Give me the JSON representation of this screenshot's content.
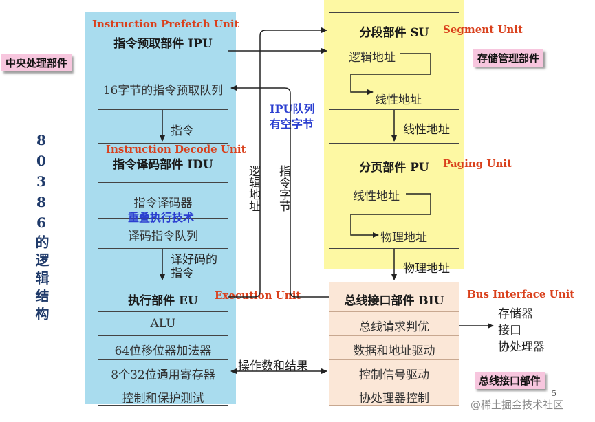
{
  "side_title": "80386的逻辑结构",
  "tags": {
    "cpu": "中央处理部件",
    "mmu": "存储管理部件",
    "bus": "总线接口部件"
  },
  "ipu": {
    "en": "Instruction Prefetch Unit",
    "title": "指令预取部件 IPU",
    "queue": "16字节的指令预取队列"
  },
  "idu": {
    "en": "Instruction Decode Unit",
    "title": "指令译码部件 IDU",
    "decoder": "指令译码器",
    "overlap": "重叠执行技术",
    "queue": "译码指令队列"
  },
  "eu": {
    "en": "Execution Unit",
    "title": "执行部件 EU",
    "rows": [
      "ALU",
      "64位移位器加法器",
      "8个32位通用寄存器",
      "控制和保护测试"
    ]
  },
  "su": {
    "en": "Segment Unit",
    "title": "分段部件 SU",
    "in": "逻辑地址",
    "out": "线性地址"
  },
  "pu": {
    "en": "Paging Unit",
    "title": "分页部件 PU",
    "in": "线性地址",
    "out": "物理地址"
  },
  "biu": {
    "en": "Bus Interface Unit",
    "title": "总线接口部件 BIU",
    "rows": [
      "总线请求判优",
      "数据和地址驱动",
      "控制信号驱动",
      "协处理器控制"
    ],
    "outputs": [
      "存储器",
      "接口",
      "协处理器"
    ]
  },
  "labels": {
    "ipu_to_idu": "指令",
    "idu_to_eu": "译好码的指令",
    "logical_addr": "逻辑地址",
    "instr_bytes": "指令字节",
    "ipu_queue_empty": "IPU队列有空字节",
    "su_to_pu": "线性地址",
    "pu_to_biu": "物理地址",
    "operands": "操作数和结果"
  },
  "watermark": "@稀土掘金技术社区",
  "page_mark": "5"
}
